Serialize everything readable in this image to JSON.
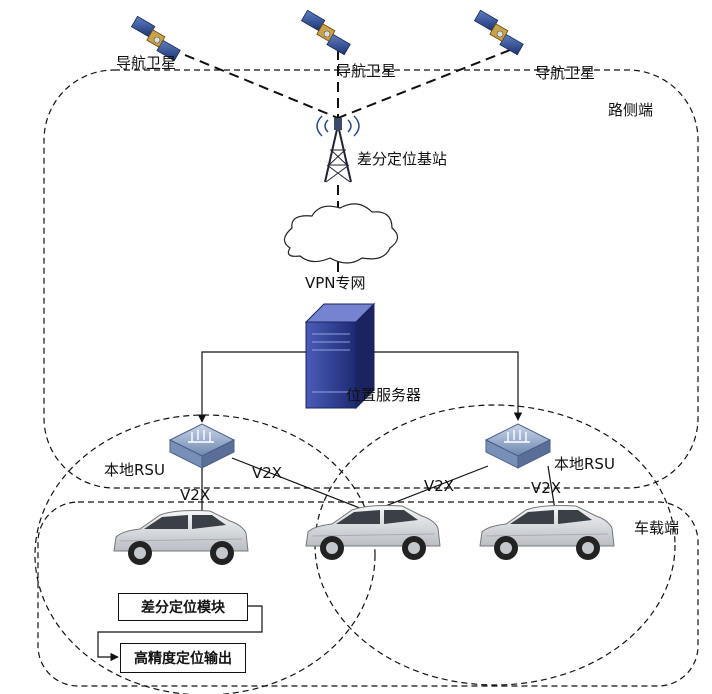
{
  "satellites": [
    {
      "label": "导航卫星"
    },
    {
      "label": "导航卫星"
    },
    {
      "label": "导航卫星"
    }
  ],
  "zones": {
    "roadside": "路侧端",
    "vehicle": "车载端"
  },
  "base_station": {
    "label": "差分定位基站"
  },
  "network": {
    "label": "VPN专网"
  },
  "server": {
    "label": "位置服务器"
  },
  "rsus": [
    {
      "label": "本地RSU"
    },
    {
      "label": "本地RSU"
    }
  ],
  "links": {
    "v2x_1": "V2X",
    "v2x_2": "V2X",
    "v2x_3": "V2X",
    "v2x_4": "V2X"
  },
  "modules": {
    "differential": "差分定位模块",
    "output": "高精度定位输出"
  },
  "colors": {
    "line": "#111111",
    "satellite_panel": "#2a4a8c",
    "server": "#2a3a8a",
    "rsu": "#8aa4c8",
    "car_body": "#e4e6e8"
  }
}
